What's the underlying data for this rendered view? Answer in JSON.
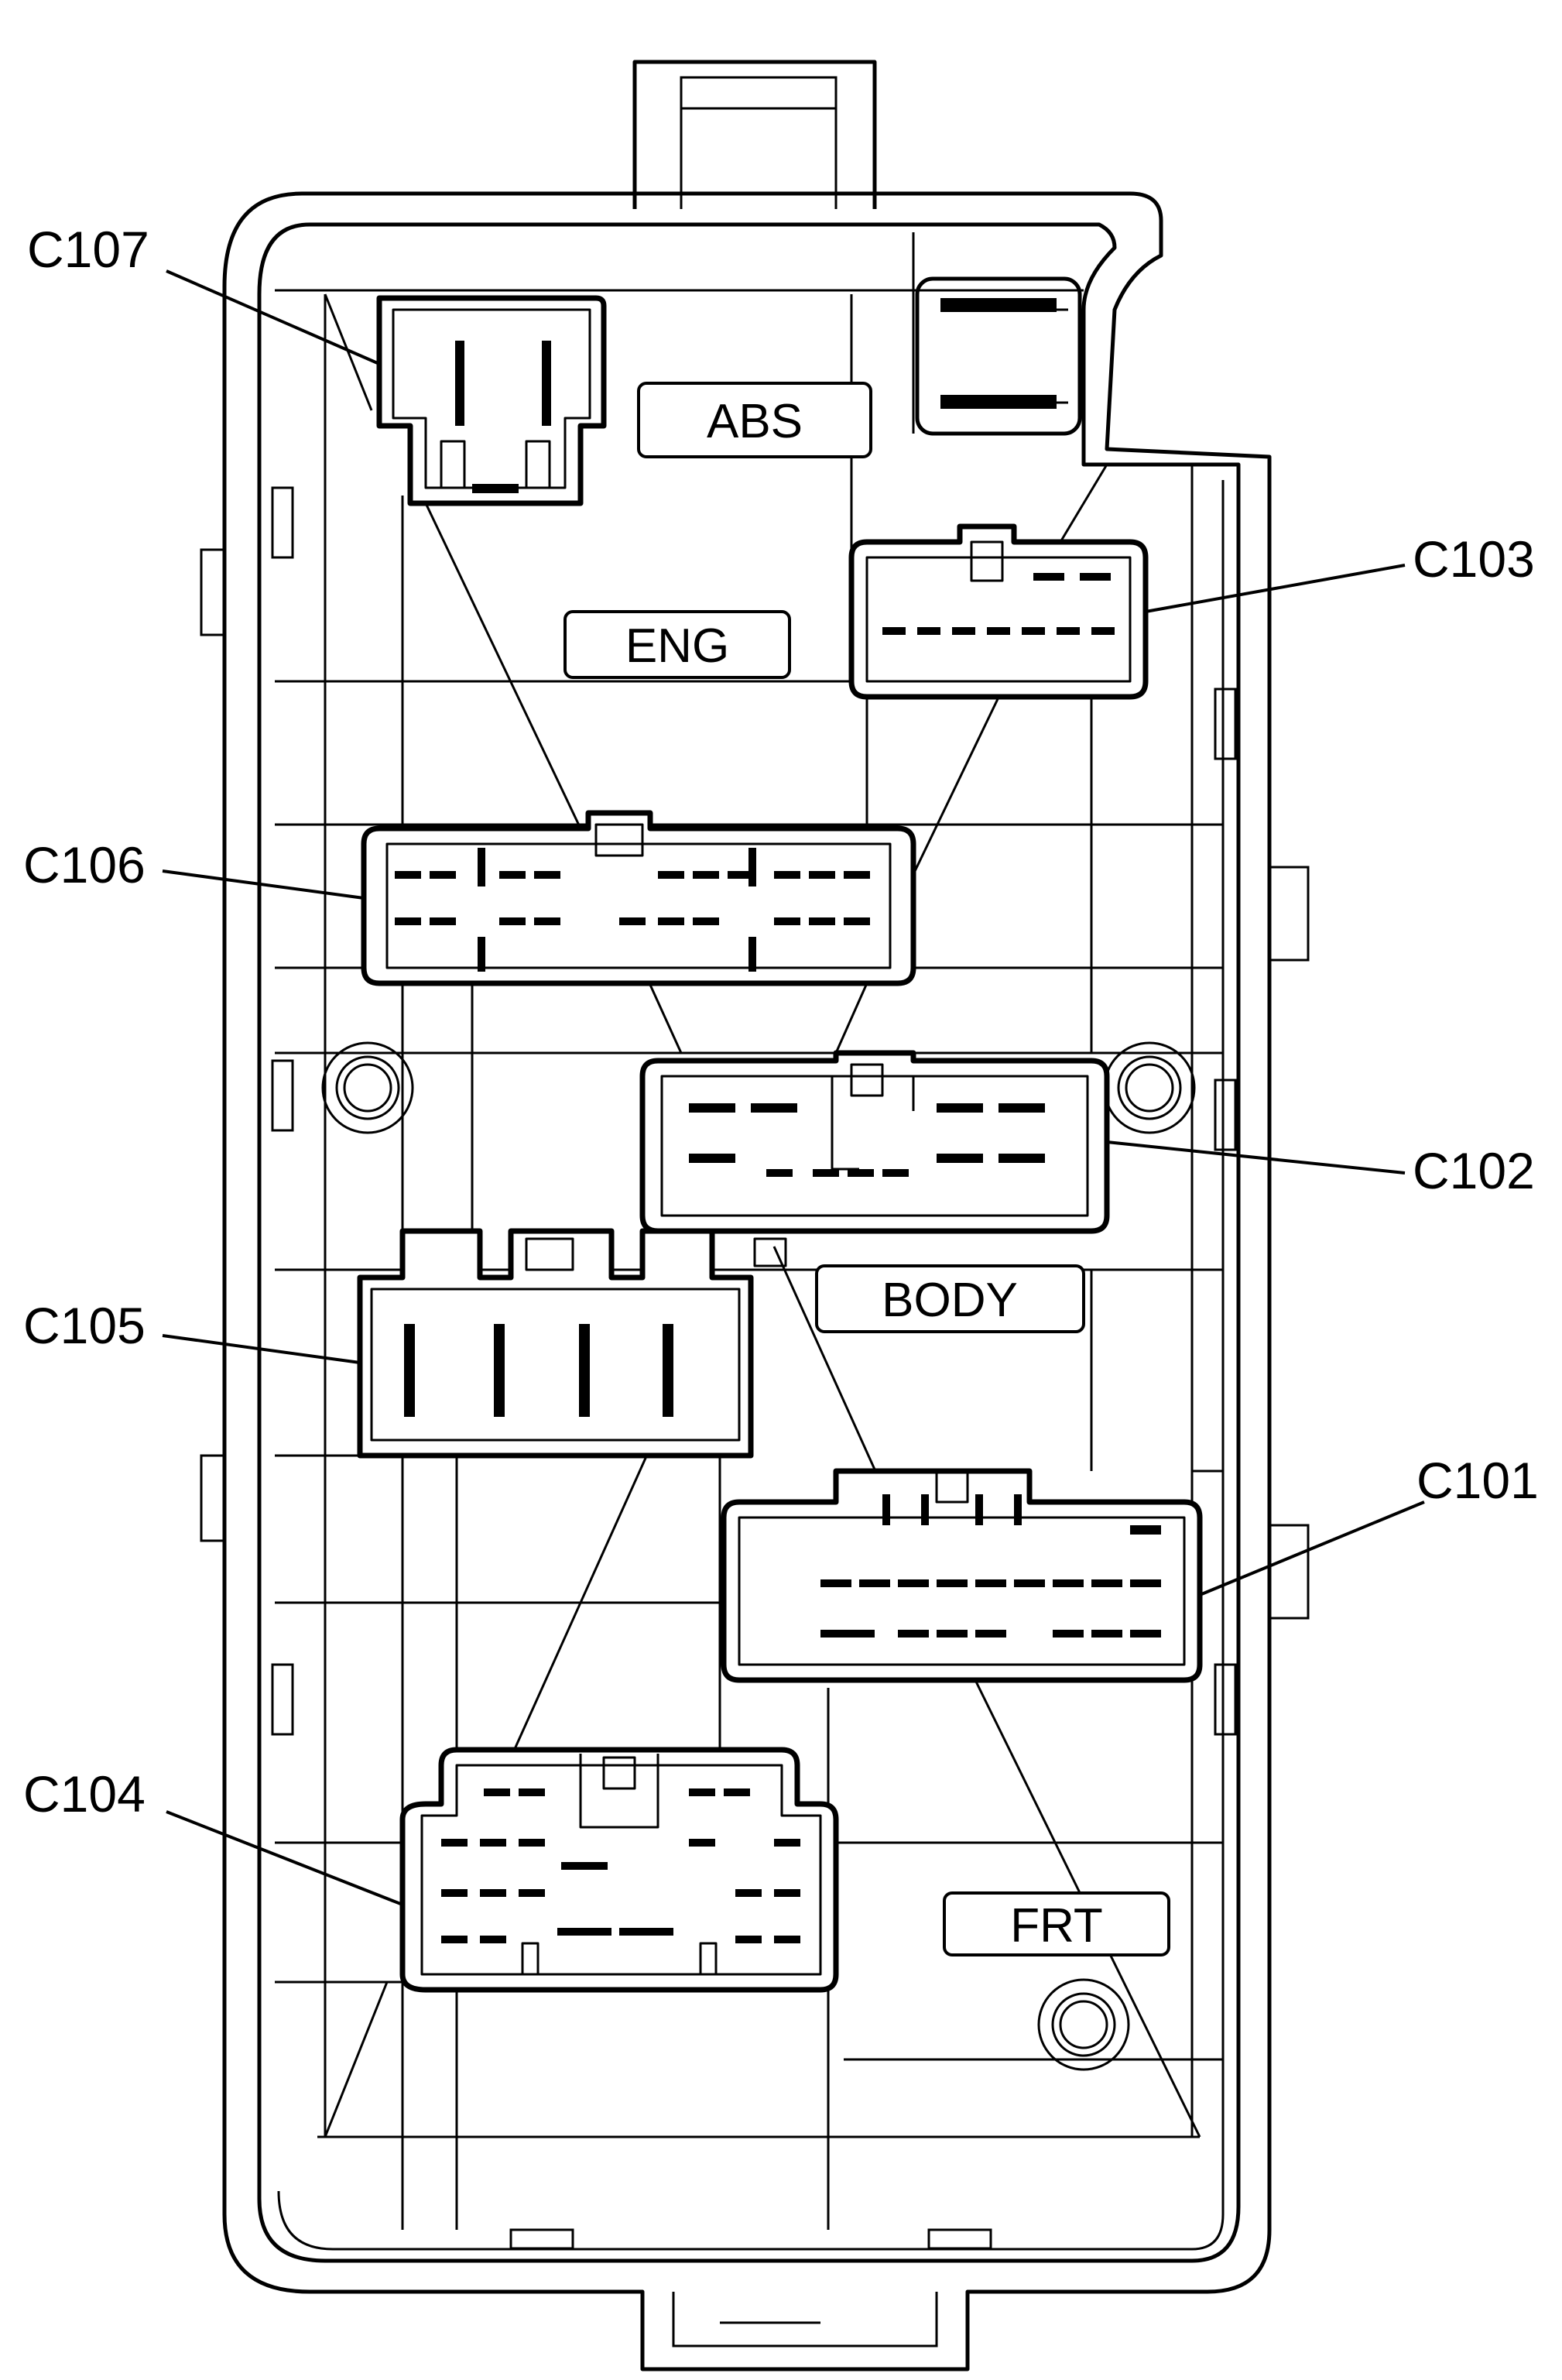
{
  "labels": {
    "c107": "C107",
    "c106": "C106",
    "c105": "C105",
    "c104": "C104",
    "c103": "C103",
    "c102": "C102",
    "c101": "C101"
  },
  "tags": {
    "abs": "ABS",
    "eng": "ENG",
    "body": "BODY",
    "frt": "FRT"
  }
}
